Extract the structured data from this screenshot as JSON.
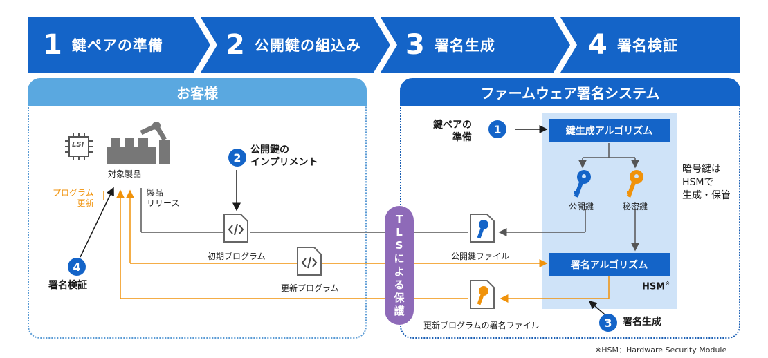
{
  "steps": [
    {
      "num": "1",
      "label": "鍵ペアの準備"
    },
    {
      "num": "2",
      "label": "公開鍵の組込み"
    },
    {
      "num": "3",
      "label": "署名生成"
    },
    {
      "num": "4",
      "label": "署名検証"
    }
  ],
  "customer": {
    "title": "お客様",
    "lsi": "LSI",
    "target_product": "対象製品",
    "program_update": [
      "プログラム",
      "更新"
    ],
    "product_release": [
      "製品",
      "リリース"
    ],
    "initial_program": "初期プログラム",
    "update_program": "更新プログラム",
    "step2_label": [
      "公開鍵の",
      "インプリメント"
    ],
    "step4_label": "署名検証"
  },
  "system": {
    "title": "ファームウェア署名システム",
    "step1_label": [
      "鍵ペアの",
      "準備"
    ],
    "keygen": "鍵生成アルゴリズム",
    "public_key": "公開鍵",
    "private_key": "秘密鍵",
    "note": [
      "暗号鍵は",
      "HSMで",
      "生成・保管"
    ],
    "public_key_file": "公開鍵ファイル",
    "sign_algo": "署名アルゴリズム",
    "hsm": "HSM",
    "hsm_mark": "※",
    "signature_file": "更新プログラムの署名ファイル",
    "step3_label": "署名生成"
  },
  "tls": [
    "T",
    "L",
    "S",
    "に",
    "よ",
    "る",
    "保",
    "護"
  ],
  "footnote": "※HSM：Hardware Security Module",
  "colors": {
    "blue": "#1464c8",
    "light_blue": "#5aa8e0",
    "orange": "#f0920a",
    "purple": "#8e6ab8",
    "hsm_bg": "#cfe3f8"
  },
  "icons": [
    "lsi-chip-icon",
    "factory-robot-icon",
    "code-file-icon",
    "key-icon"
  ]
}
